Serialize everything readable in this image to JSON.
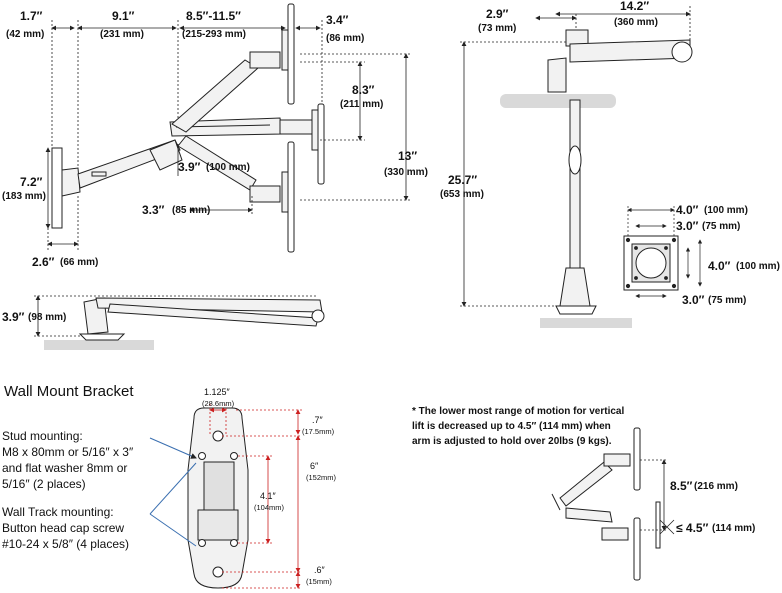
{
  "side_view": {
    "dims": {
      "d1": {
        "in": "1.7″",
        "mm": "(42 mm)"
      },
      "d2": {
        "in": "9.1″",
        "mm": "(231 mm)"
      },
      "d3": {
        "in": "8.5″-11.5″",
        "mm": "(215-293 mm)"
      },
      "d4": {
        "in": "3.4″",
        "mm": "(86 mm)"
      },
      "d5": {
        "in": "8.3″",
        "mm": "(211 mm)"
      },
      "d6": {
        "in": "13″",
        "mm": "(330 mm)"
      },
      "d7": {
        "in": "7.2″",
        "mm": "(183 mm)"
      },
      "d8": {
        "in": "3.9″",
        "mm": "(100 mm)"
      },
      "d9": {
        "in": "3.3″",
        "mm": "(85 mm)"
      },
      "d10": {
        "in": "2.6″",
        "mm": "(66 mm)"
      },
      "d11": {
        "in": "3.9″",
        "mm": "(98 mm)"
      }
    }
  },
  "front_view": {
    "dims": {
      "f1": {
        "in": "2.9″",
        "mm": "(73 mm)"
      },
      "f2": {
        "in": "14.2″",
        "mm": "(360 mm)"
      },
      "f3": {
        "in": "25.7″",
        "mm": "(653 mm)"
      }
    }
  },
  "vesa": {
    "v1": {
      "in": "4.0″",
      "mm": "(100 mm)"
    },
    "v2": {
      "in": "3.0″",
      "mm": "(75 mm)"
    },
    "v3": {
      "in": "4.0″",
      "mm": "(100 mm)"
    },
    "v4": {
      "in": "3.0″",
      "mm": "(75 mm)"
    }
  },
  "bracket": {
    "title": "Wall Mount Bracket",
    "stud_text": "Stud mounting: M8 x 80mm or 5/16″ x 3″ and flat washer 8mm or 5/16″ (2 places)",
    "stud_lines": [
      "Stud mounting:",
      "M8 x 80mm or 5/16″ x 3″",
      "and flat washer 8mm or",
      "5/16″ (2 places)"
    ],
    "track_lines": [
      "Wall Track mounting:",
      "Button head cap screw",
      "#10-24 x 5/8″ (4 places)"
    ],
    "dims": {
      "width": {
        "in": "1.125″",
        "mm": "(28.6mm)"
      },
      "top": {
        "in": ".7″",
        "mm": "(17.5mm)"
      },
      "height": {
        "in": "6″",
        "mm": "(152mm)"
      },
      "spacing": {
        "in": "4.1″",
        "mm": "(104mm)"
      },
      "bottom": {
        "in": ".6″",
        "mm": "(15mm)"
      }
    }
  },
  "note": {
    "lines": [
      "* The lower most range of motion for vertical",
      "lift is decreased up to 4.5″ (114 mm)  when",
      "arm is adjusted to hold over 20lbs (9 kgs)."
    ],
    "d1": {
      "in": "8.5″",
      "mm": "(216 mm)"
    },
    "d2": {
      "in": "≤ 4.5″",
      "mm": "(114 mm)"
    }
  },
  "colors": {
    "line": "#222222",
    "red": "#cc2020",
    "gray_base": "#d9d9d9",
    "arm_fill": "#f2f2f2"
  }
}
